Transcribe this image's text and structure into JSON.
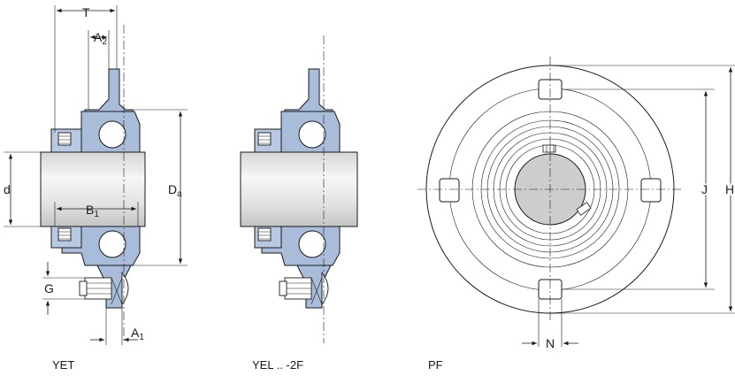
{
  "dimensions": {
    "T": "T",
    "A2": "A",
    "A2_sub": "2",
    "d": "d",
    "B1": "B",
    "B1_sub": "1",
    "Da": "D",
    "Da_sub": "a",
    "G": "G",
    "A1": "A",
    "A1_sub": "1",
    "J": "J",
    "H": "H",
    "N": "N"
  },
  "captions": {
    "yet": "YET",
    "yel": "YEL .. -2F",
    "pf": "PF"
  },
  "colors": {
    "housing": "#a9bcd9",
    "shaft_light": "#f4f4f4",
    "shaft_dark": "#cfcfcf",
    "bore_fill": "#cdcdcd",
    "line": "#1a1a1a"
  }
}
